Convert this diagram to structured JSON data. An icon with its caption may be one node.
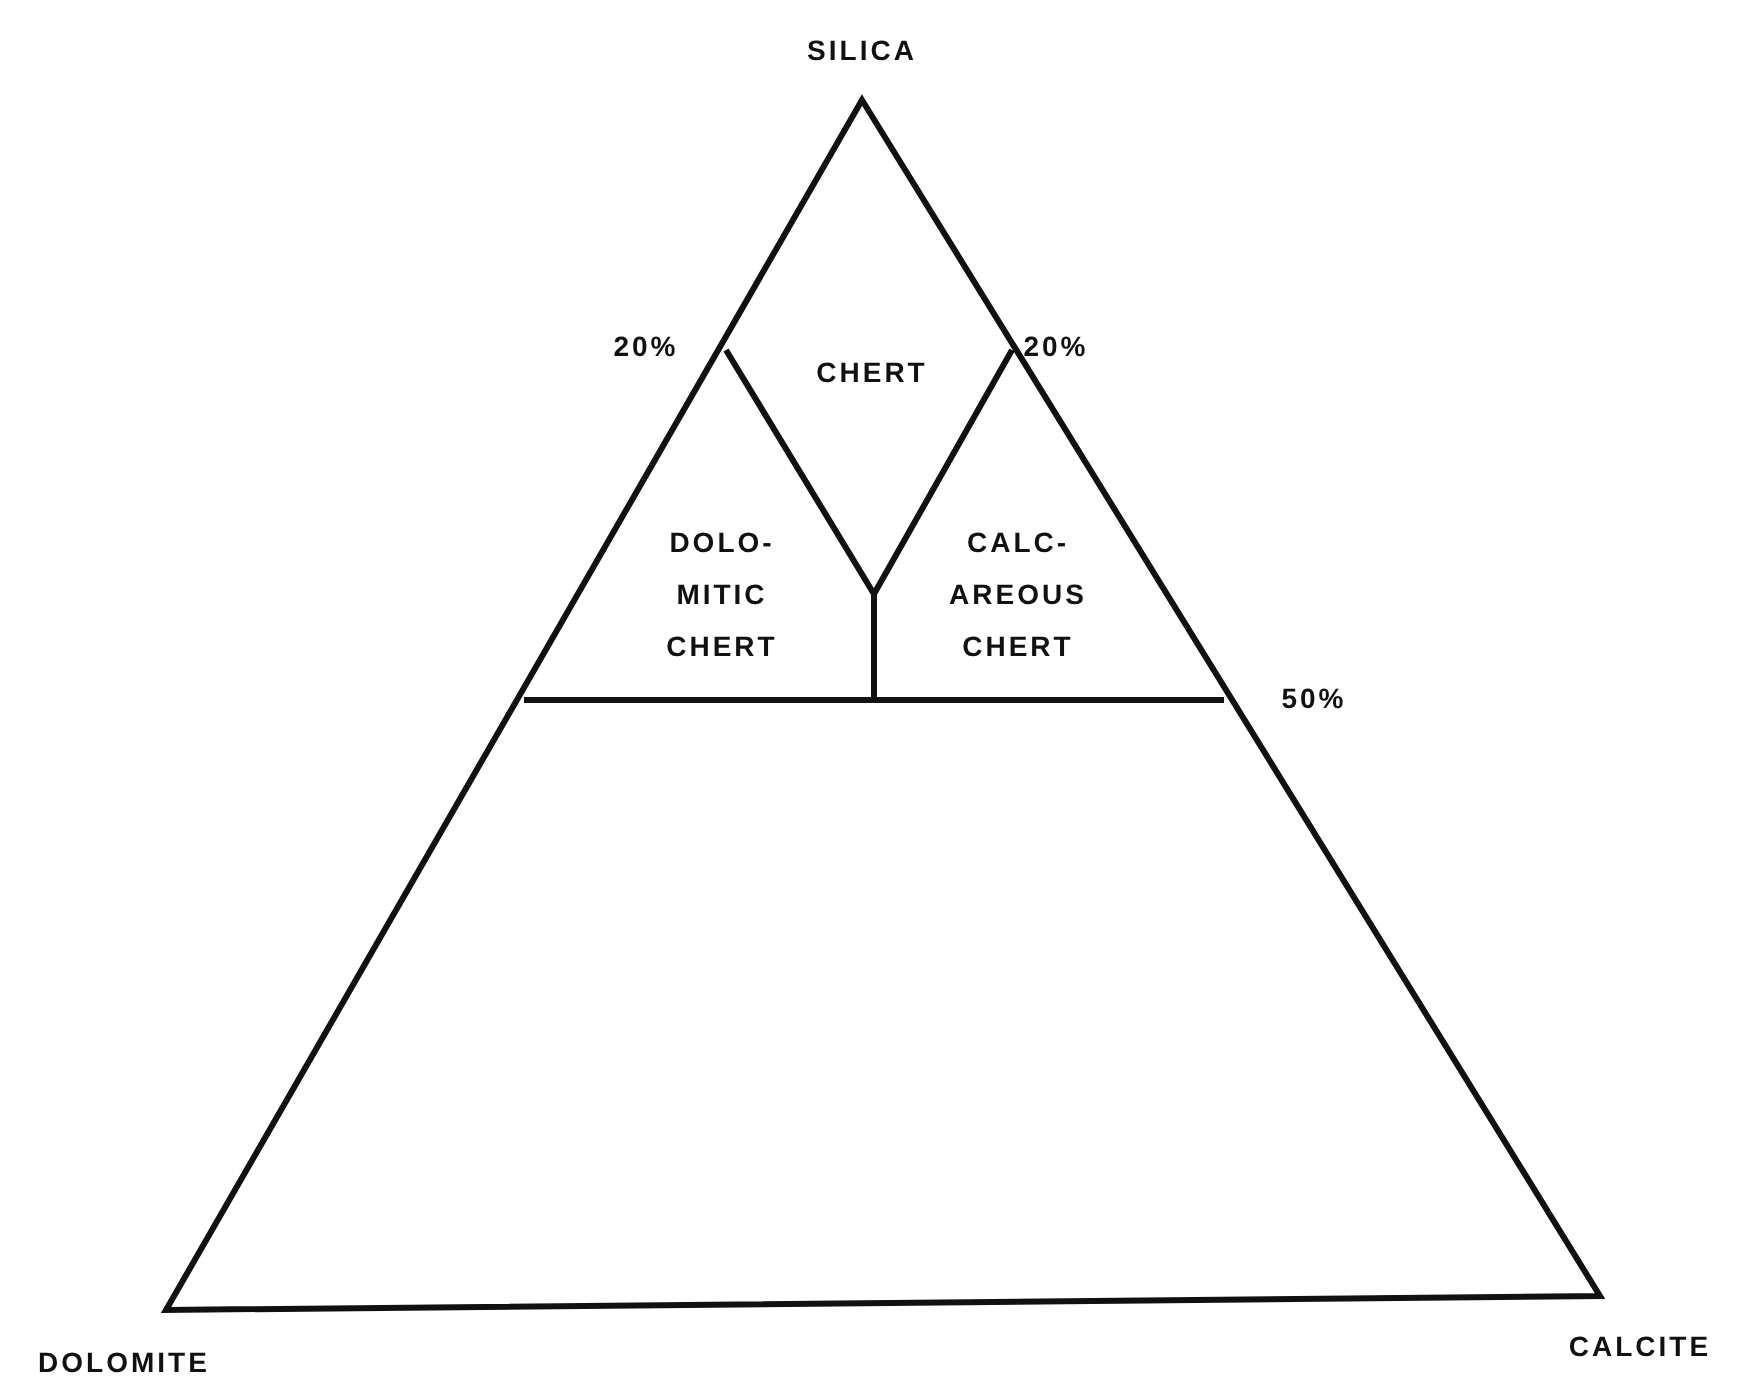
{
  "diagram": {
    "labels": [
      "SILICA",
      "20%",
      "CHERT",
      "20%",
      "DOLO- MITIC CHERT",
      "CALC- AREOUS CHERT",
      "50%",
      "DOLOMITE",
      "CALCITE"
    ]
  }
}
